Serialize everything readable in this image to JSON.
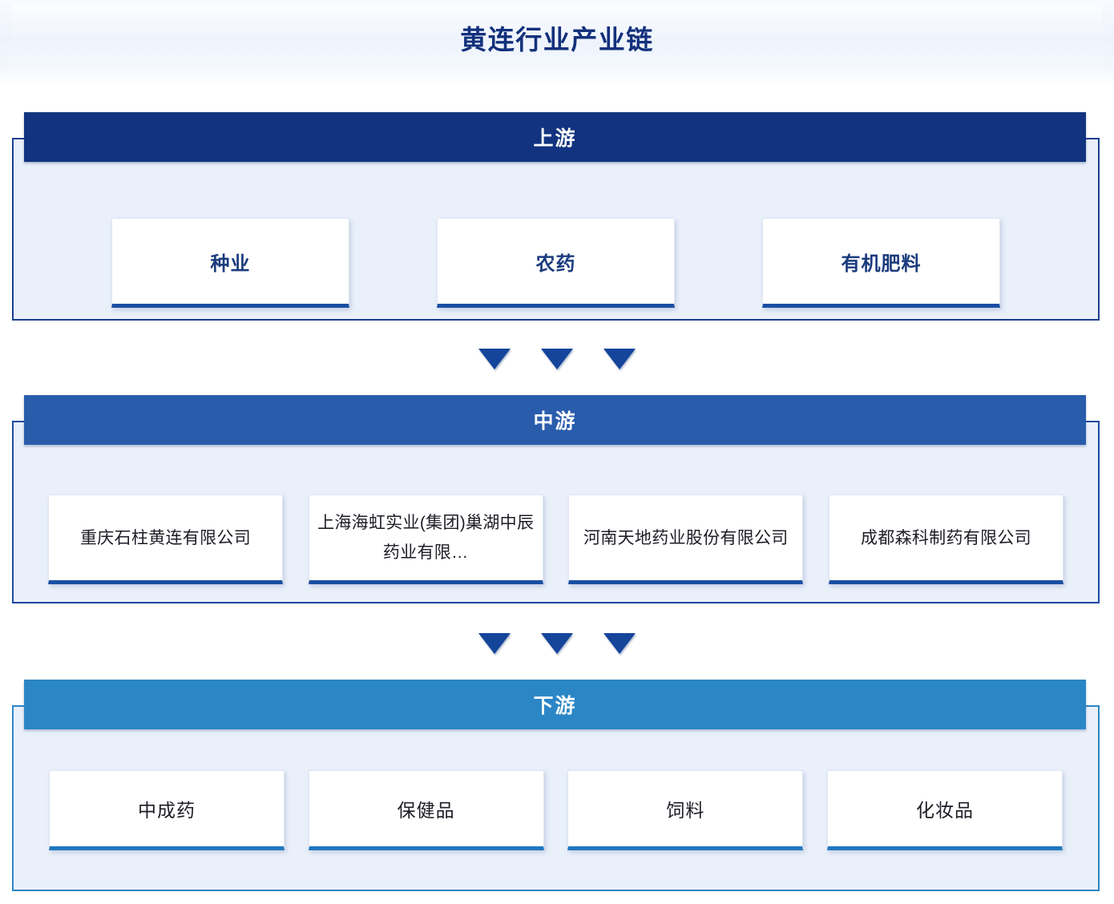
{
  "page": {
    "title": "黄连行业产业链"
  },
  "colors": {
    "title_text": "#12307c",
    "upstream_header_bg": "#12337f",
    "midstream_header_bg": "#2a5cac",
    "downstream_header_bg": "#2b86c6",
    "stage_body_bg": "#eaf0fa",
    "card_bg": "#ffffff",
    "card_accent_blue": "#1a4fa3",
    "card_accent_light_blue": "#1f78c0",
    "arrow": "#14459b"
  },
  "stages": [
    {
      "key": "upstream",
      "header": "上游",
      "cards": [
        {
          "label": "种业"
        },
        {
          "label": "农药"
        },
        {
          "label": "有机肥料"
        }
      ]
    },
    {
      "key": "midstream",
      "header": "中游",
      "cards": [
        {
          "label": "重庆石柱黄连有限公司"
        },
        {
          "label": "上海海虹实业(集团)巢湖中辰药业有限…"
        },
        {
          "label": "河南天地药业股份有限公司"
        },
        {
          "label": "成都森科制药有限公司"
        }
      ]
    },
    {
      "key": "downstream",
      "header": "下游",
      "cards": [
        {
          "label": "中成药"
        },
        {
          "label": "保健品"
        },
        {
          "label": "饲料"
        },
        {
          "label": "化妆品"
        }
      ]
    }
  ],
  "connectors": [
    {
      "name": "upstream-to-midstream",
      "icon": "triangle-down-icon",
      "count": 3
    },
    {
      "name": "midstream-to-downstream",
      "icon": "triangle-down-icon",
      "count": 3
    }
  ]
}
